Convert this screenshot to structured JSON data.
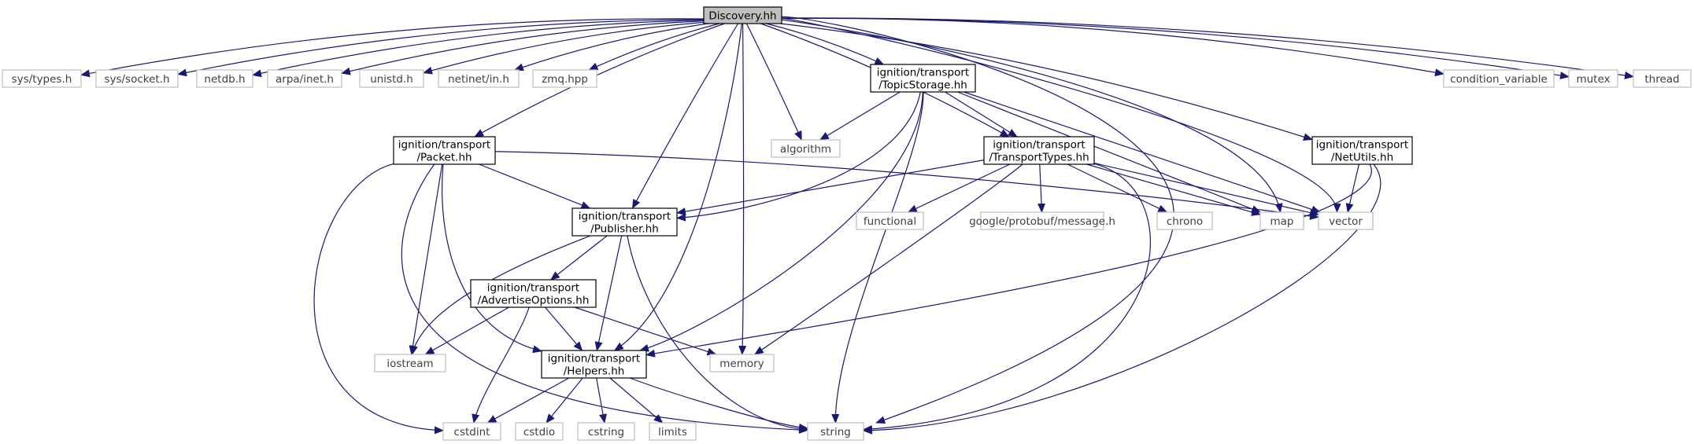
{
  "colors": {
    "edge": "#191970",
    "node_border": "#000000",
    "sys_border": "#bfbfbf",
    "root_fill": "#bfbfbf",
    "sys_text": "#3f3f3f",
    "node_text": "#000000"
  },
  "nodes": [
    {
      "id": "discovery",
      "lines": [
        "Discovery.hh"
      ],
      "kind": "root"
    },
    {
      "id": "sys_types",
      "lines": [
        "sys/types.h"
      ],
      "kind": "system"
    },
    {
      "id": "sys_socket",
      "lines": [
        "sys/socket.h"
      ],
      "kind": "system"
    },
    {
      "id": "netdb",
      "lines": [
        "netdb.h"
      ],
      "kind": "system"
    },
    {
      "id": "arpa_inet",
      "lines": [
        "arpa/inet.h"
      ],
      "kind": "system"
    },
    {
      "id": "unistd",
      "lines": [
        "unistd.h"
      ],
      "kind": "system"
    },
    {
      "id": "netinet_in",
      "lines": [
        "netinet/in.h"
      ],
      "kind": "system"
    },
    {
      "id": "zmq",
      "lines": [
        "zmq.hpp"
      ],
      "kind": "system"
    },
    {
      "id": "topicstorage",
      "lines": [
        "ignition/transport",
        "/TopicStorage.hh"
      ],
      "kind": "file"
    },
    {
      "id": "condition_variable",
      "lines": [
        "condition_variable"
      ],
      "kind": "system"
    },
    {
      "id": "mutex",
      "lines": [
        "mutex"
      ],
      "kind": "system"
    },
    {
      "id": "thread",
      "lines": [
        "thread"
      ],
      "kind": "system"
    },
    {
      "id": "packet",
      "lines": [
        "ignition/transport",
        "/Packet.hh"
      ],
      "kind": "file"
    },
    {
      "id": "algorithm",
      "lines": [
        "algorithm"
      ],
      "kind": "system"
    },
    {
      "id": "transporttypes",
      "lines": [
        "ignition/transport",
        "/TransportTypes.hh"
      ],
      "kind": "file"
    },
    {
      "id": "netutils",
      "lines": [
        "ignition/transport",
        "/NetUtils.hh"
      ],
      "kind": "file"
    },
    {
      "id": "publisher",
      "lines": [
        "ignition/transport",
        "/Publisher.hh"
      ],
      "kind": "file"
    },
    {
      "id": "functional",
      "lines": [
        "functional"
      ],
      "kind": "system"
    },
    {
      "id": "protobuf_message",
      "lines": [
        "google/protobuf/message.h"
      ],
      "kind": "system"
    },
    {
      "id": "chrono",
      "lines": [
        "chrono"
      ],
      "kind": "system"
    },
    {
      "id": "map",
      "lines": [
        "map"
      ],
      "kind": "system"
    },
    {
      "id": "vector",
      "lines": [
        "vector"
      ],
      "kind": "system"
    },
    {
      "id": "advertiseoptions",
      "lines": [
        "ignition/transport",
        "/AdvertiseOptions.hh"
      ],
      "kind": "file"
    },
    {
      "id": "iostream",
      "lines": [
        "iostream"
      ],
      "kind": "system"
    },
    {
      "id": "helpers",
      "lines": [
        "ignition/transport",
        "/Helpers.hh"
      ],
      "kind": "file"
    },
    {
      "id": "memory",
      "lines": [
        "memory"
      ],
      "kind": "system"
    },
    {
      "id": "cstdint",
      "lines": [
        "cstdint"
      ],
      "kind": "system"
    },
    {
      "id": "cstdio",
      "lines": [
        "cstdio"
      ],
      "kind": "system"
    },
    {
      "id": "cstring",
      "lines": [
        "cstring"
      ],
      "kind": "system"
    },
    {
      "id": "limits",
      "lines": [
        "limits"
      ],
      "kind": "system"
    },
    {
      "id": "string",
      "lines": [
        "string"
      ],
      "kind": "system"
    }
  ],
  "edges": [
    [
      "discovery",
      "sys_types"
    ],
    [
      "discovery",
      "sys_socket"
    ],
    [
      "discovery",
      "netdb"
    ],
    [
      "discovery",
      "arpa_inet"
    ],
    [
      "discovery",
      "unistd"
    ],
    [
      "discovery",
      "netinet_in"
    ],
    [
      "discovery",
      "zmq"
    ],
    [
      "discovery",
      "topicstorage"
    ],
    [
      "discovery",
      "condition_variable"
    ],
    [
      "discovery",
      "mutex"
    ],
    [
      "discovery",
      "thread"
    ],
    [
      "discovery",
      "packet"
    ],
    [
      "discovery",
      "algorithm"
    ],
    [
      "discovery",
      "transporttypes"
    ],
    [
      "discovery",
      "netutils"
    ],
    [
      "discovery",
      "publisher"
    ],
    [
      "discovery",
      "helpers"
    ],
    [
      "discovery",
      "memory"
    ],
    [
      "discovery",
      "map"
    ],
    [
      "discovery",
      "vector"
    ],
    [
      "discovery",
      "string"
    ],
    [
      "topicstorage",
      "algorithm"
    ],
    [
      "topicstorage",
      "transporttypes"
    ],
    [
      "topicstorage",
      "publisher"
    ],
    [
      "topicstorage",
      "helpers"
    ],
    [
      "topicstorage",
      "map"
    ],
    [
      "topicstorage",
      "vector"
    ],
    [
      "topicstorage",
      "string"
    ],
    [
      "transporttypes",
      "publisher"
    ],
    [
      "transporttypes",
      "functional"
    ],
    [
      "transporttypes",
      "protobuf_message"
    ],
    [
      "transporttypes",
      "chrono"
    ],
    [
      "transporttypes",
      "map"
    ],
    [
      "transporttypes",
      "vector"
    ],
    [
      "transporttypes",
      "memory"
    ],
    [
      "transporttypes",
      "string"
    ],
    [
      "packet",
      "publisher"
    ],
    [
      "packet",
      "vector"
    ],
    [
      "packet",
      "iostream"
    ],
    [
      "packet",
      "helpers"
    ],
    [
      "packet",
      "cstdint"
    ],
    [
      "packet",
      "string"
    ],
    [
      "netutils",
      "vector"
    ],
    [
      "netutils",
      "helpers"
    ],
    [
      "netutils",
      "string"
    ],
    [
      "publisher",
      "advertiseoptions"
    ],
    [
      "publisher",
      "iostream"
    ],
    [
      "publisher",
      "helpers"
    ],
    [
      "publisher",
      "string"
    ],
    [
      "advertiseoptions",
      "iostream"
    ],
    [
      "advertiseoptions",
      "helpers"
    ],
    [
      "advertiseoptions",
      "memory"
    ],
    [
      "advertiseoptions",
      "cstdint"
    ],
    [
      "helpers",
      "cstdint"
    ],
    [
      "helpers",
      "cstdio"
    ],
    [
      "helpers",
      "cstring"
    ],
    [
      "helpers",
      "limits"
    ],
    [
      "helpers",
      "string"
    ]
  ]
}
